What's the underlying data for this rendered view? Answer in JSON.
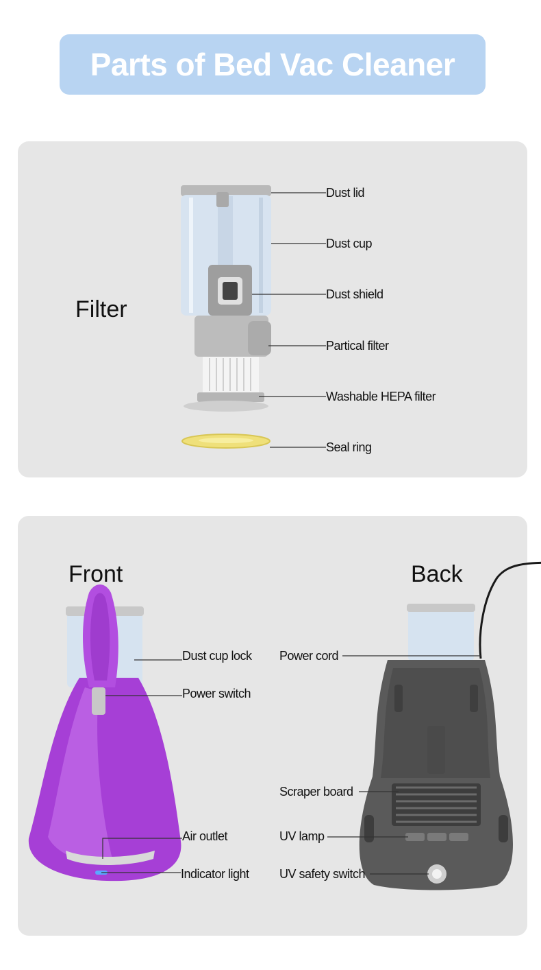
{
  "banner": {
    "title": "Parts of Bed Vac Cleaner"
  },
  "filter_panel": {
    "heading": "Filter",
    "labels": [
      "Dust lid",
      "Dust cup",
      "Dust shield",
      "Partical filter",
      "Washable HEPA filter",
      "Seal ring"
    ]
  },
  "body_panel": {
    "front_heading": "Front",
    "back_heading": "Back",
    "front_labels": [
      "Dust cup lock",
      "Power switch",
      "Air outlet",
      "Indicator light"
    ],
    "back_labels": [
      "Power cord",
      "Scraper board",
      "UV lamp",
      "UV safety switch"
    ]
  },
  "colors": {
    "banner": "#b8d4f2",
    "panel": "#e6e6e6",
    "body_purple": "#a63fd6",
    "back_body": "#5a5a5a",
    "seal_ring": "#efe07a",
    "indicator": "#5aa7ff"
  }
}
